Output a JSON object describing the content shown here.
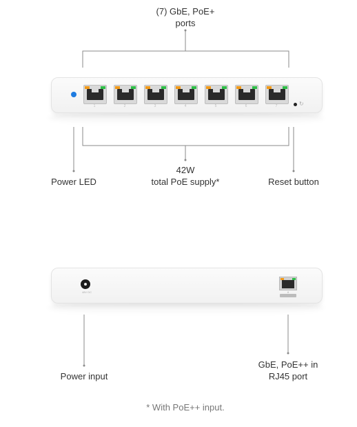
{
  "front_view": {
    "ports_callout": {
      "line1": "(7) GbE, PoE+",
      "line2": "ports"
    },
    "poe_callout": {
      "line1": "42W",
      "line2": "total PoE supply*"
    },
    "power_led_label": "Power LED",
    "reset_button_label": "Reset button",
    "port_numbers": [
      "1",
      "2",
      "3",
      "4",
      "5",
      "6",
      "7"
    ],
    "colors": {
      "power_led": "#1e7be0",
      "port_led_left": "#f29a1a",
      "port_led_right": "#2fbf48"
    },
    "icons": [
      "power-led-icon",
      "rj45-port-icon",
      "reset-hole-icon"
    ]
  },
  "back_view": {
    "power_input_label": "Power input",
    "uplink_callout": {
      "line1": "GbE, PoE++ in",
      "line2": "RJ45 port"
    },
    "dc_jack_caption": "48V DC",
    "uplink_port_number": "8",
    "icons": [
      "dc-power-jack-icon",
      "rj45-port-icon"
    ]
  },
  "footnote": "* With PoE++ input."
}
